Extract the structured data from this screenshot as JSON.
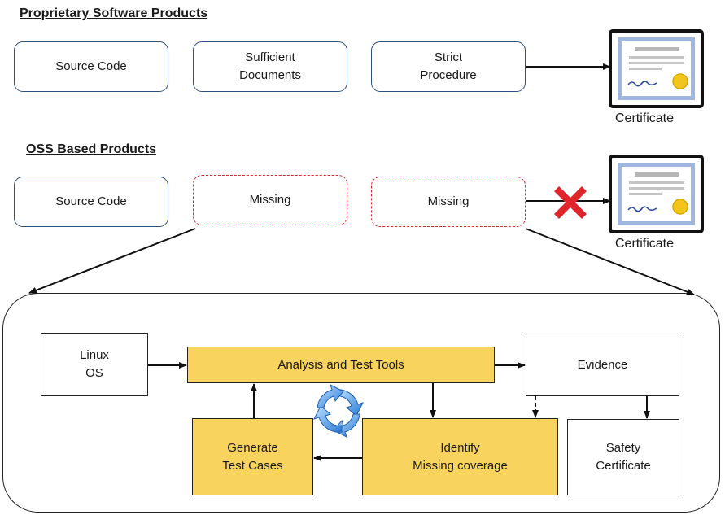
{
  "sections": {
    "proprietary_title": "Proprietary Software Products",
    "oss_title": "OSS Based Products"
  },
  "proprietary": {
    "source_code": "Source Code",
    "documents": "Sufficient\nDocuments",
    "procedure": "Strict\nProcedure",
    "certificate_label": "Certificate"
  },
  "oss": {
    "source_code": "Source Code",
    "missing_1": "Missing",
    "missing_2": "Missing",
    "certificate_label": "Certificate"
  },
  "process": {
    "linux_os": "Linux\nOS",
    "analysis_tools": "Analysis and Test Tools",
    "evidence": "Evidence",
    "generate_tests": "Generate\nTest Cases",
    "identify_coverage": "Identify\nMissing coverage",
    "safety_certificate": "Safety\nCertificate"
  },
  "colors": {
    "box_border": "#2f4f7f",
    "missing_border": "#e0242c",
    "process_fill": "#f8d35e",
    "reject_mark": "#e0242c",
    "certificate_frame": "#111111",
    "certificate_paper": "#9fb7de",
    "seal": "#f2c41c"
  },
  "icons": {
    "certificate": "certificate-icon",
    "reject": "red-x-icon",
    "cycle": "refresh-cycle-icon"
  }
}
